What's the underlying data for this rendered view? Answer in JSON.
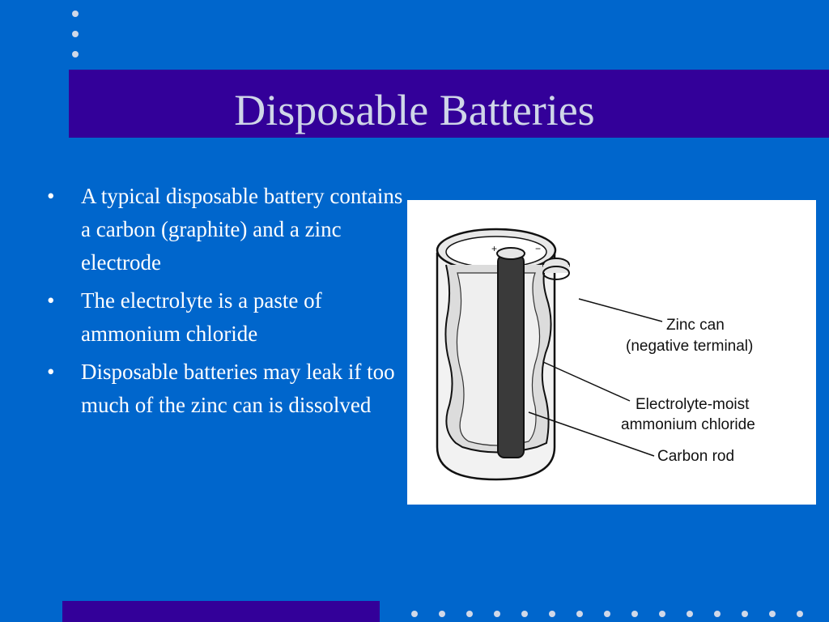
{
  "slide": {
    "title": "Disposable Batteries",
    "bullets": [
      "A typical disposable battery contains a carbon (graphite) and a zinc electrode",
      "The electrolyte is a paste of ammonium chloride",
      "Disposable batteries may leak if too much of the zinc can is dissolved"
    ],
    "bullet_symbol": "•"
  },
  "diagram": {
    "labels": {
      "zinc_can_line1": "Zinc can",
      "zinc_can_line2": "(negative terminal)",
      "electrolyte_line1": "Electrolyte-moist",
      "electrolyte_line2": "ammonium chloride",
      "carbon_rod": "Carbon rod",
      "plus": "+",
      "minus": "−"
    }
  },
  "colors": {
    "background": "#0066cc",
    "title_bar": "#330099",
    "title_text": "#cfd6e8",
    "body_text": "#ffffff"
  }
}
